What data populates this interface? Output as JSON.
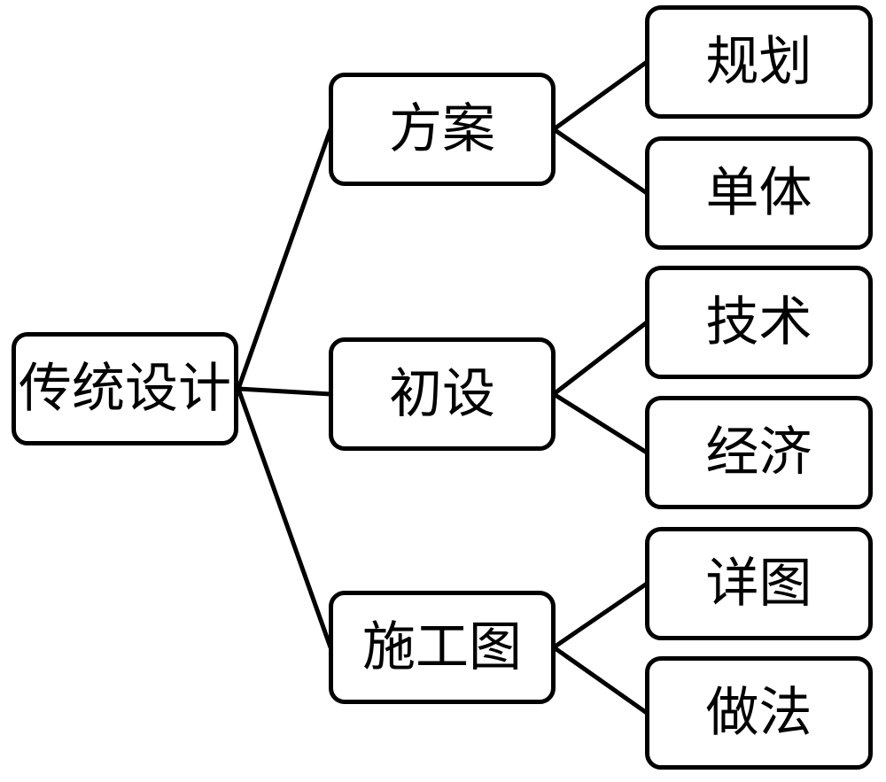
{
  "diagram": {
    "type": "tree",
    "direction": "left-to-right",
    "colors": {
      "background": "#ffffff",
      "node_fill": "#ffffff",
      "node_border": "#000000",
      "edge": "#000000",
      "text": "#000000"
    },
    "tree": {
      "label": "传统设计",
      "children": [
        {
          "label": "方案",
          "children": [
            {
              "label": "规划"
            },
            {
              "label": "单体"
            }
          ]
        },
        {
          "label": "初设",
          "children": [
            {
              "label": "技术"
            },
            {
              "label": "经济"
            }
          ]
        },
        {
          "label": "施工图",
          "children": [
            {
              "label": "详图"
            },
            {
              "label": "做法"
            }
          ]
        }
      ]
    }
  }
}
